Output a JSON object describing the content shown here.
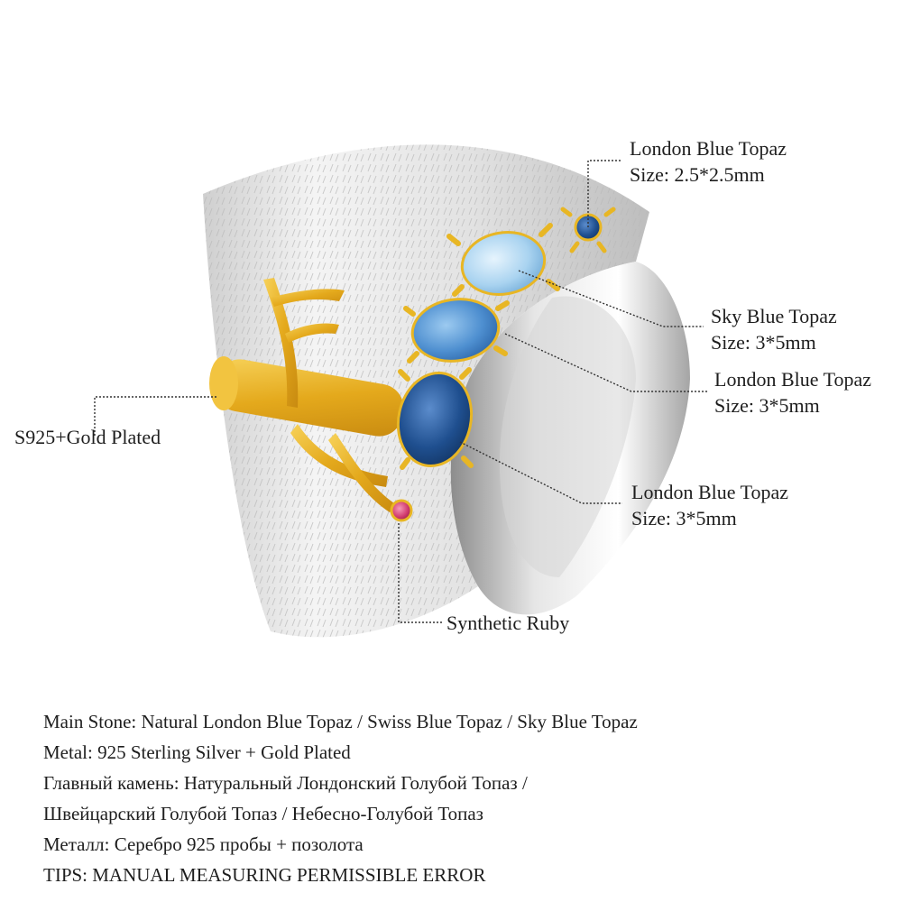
{
  "callouts": {
    "london_blue_small": {
      "name": "London Blue Topaz",
      "size": "Size: 2.5*2.5mm"
    },
    "sky_blue": {
      "name": "Sky Blue Topaz",
      "size": "Size: 3*5mm"
    },
    "london_blue_mid": {
      "name": "London Blue Topaz",
      "size": "Size: 3*5mm"
    },
    "london_blue_low": {
      "name": "London Blue Topaz",
      "size": "Size: 3*5mm"
    },
    "metal": {
      "name": "S925+Gold Plated"
    },
    "ruby": {
      "name": "Synthetic Ruby"
    }
  },
  "specs": [
    "Main Stone: Natural London Blue Topaz / Swiss Blue Topaz / Sky Blue Topaz",
    "Metal: 925 Sterling Silver + Gold Plated",
    "Главный камень: Натуральный Лондонский Голубой Топаз /",
    "Швейцарский Голубой Топаз / Небесно-Голубой Топаз",
    "Металл: Серебро 925 пробы + позолота",
    "TIPS: MANUAL MEASURING PERMISSIBLE ERROR"
  ],
  "colors": {
    "silver": "#e6e6e6",
    "gold": "#e8b624",
    "london_blue": "#1f4f8f",
    "swiss_blue": "#4e8fd0",
    "sky_blue": "#a9d3f0",
    "ruby": "#d23c6f",
    "leader_line": "#333333"
  }
}
